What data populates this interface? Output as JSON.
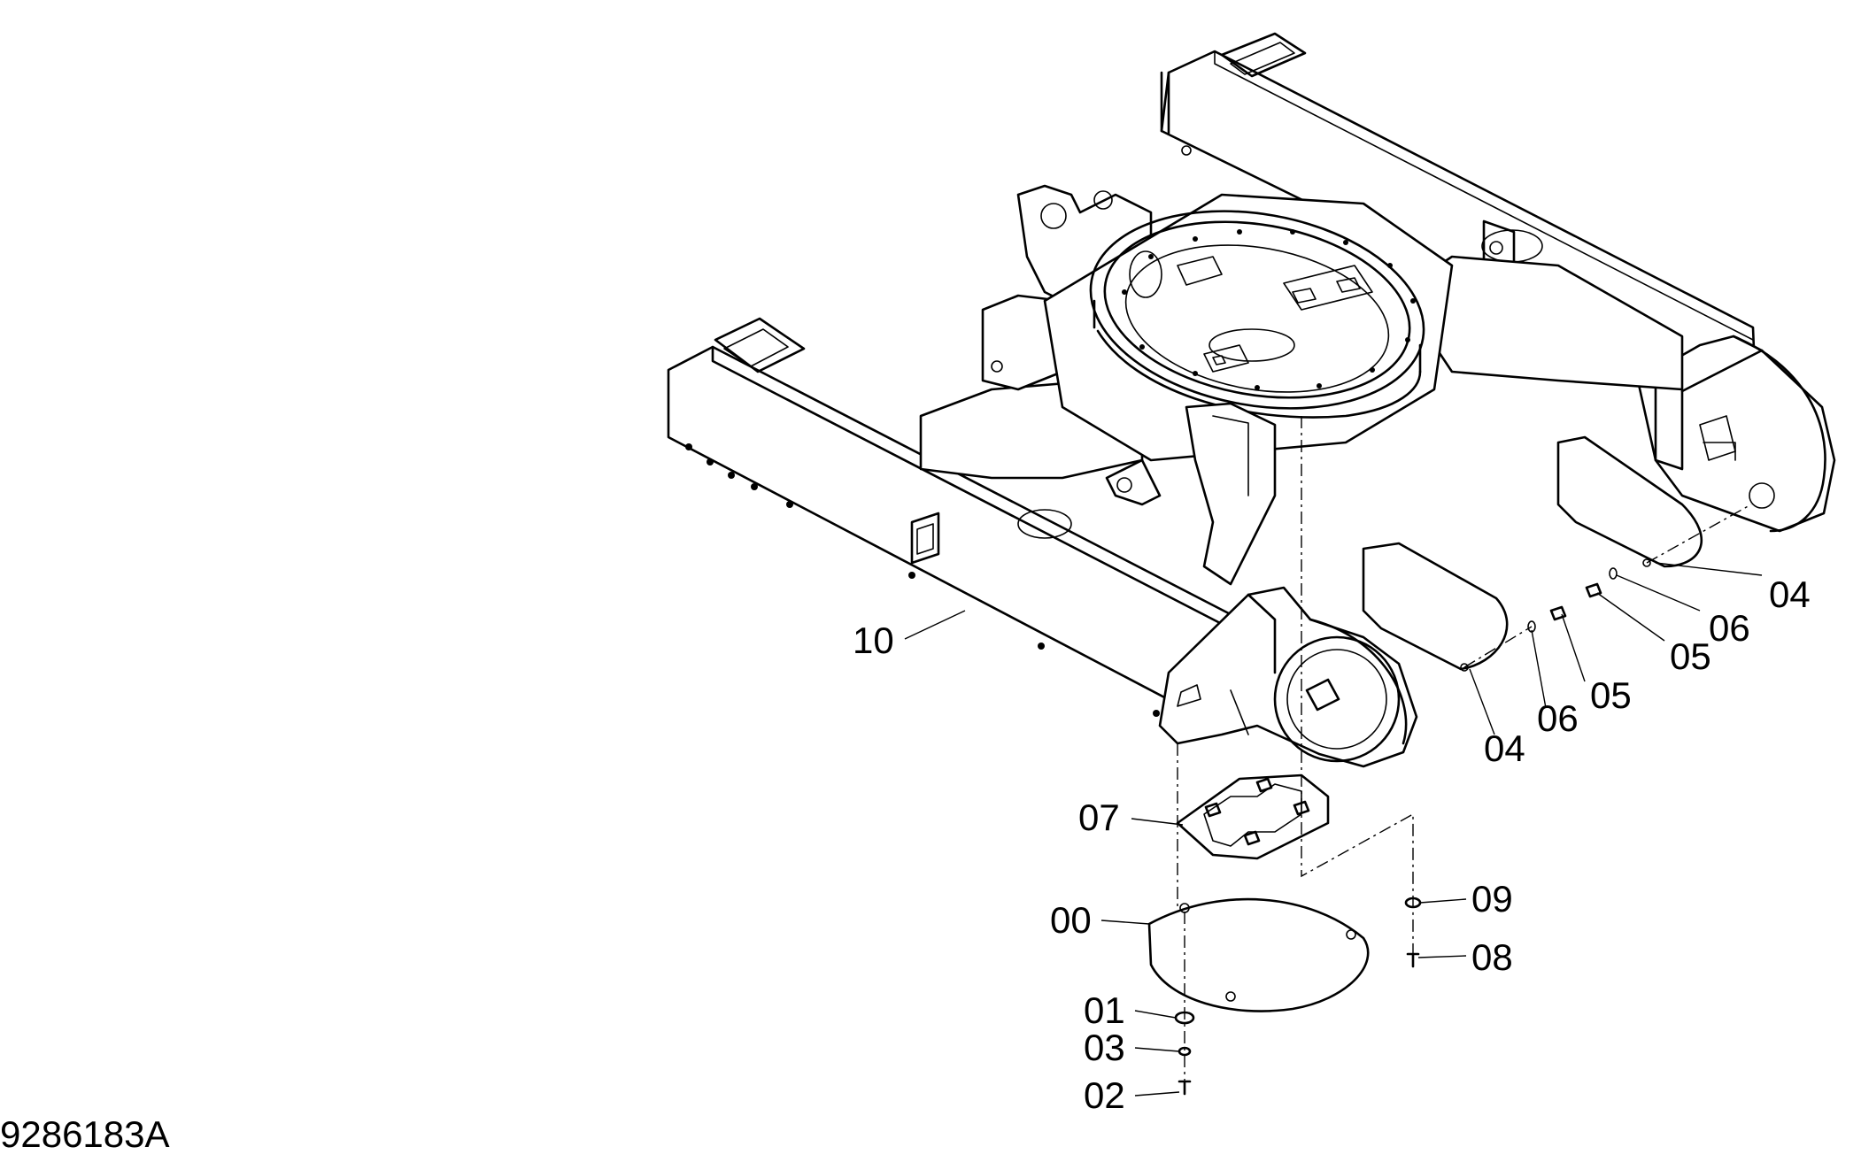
{
  "drawing_id": "9286183A",
  "callouts": {
    "c10": "10",
    "c04a": "04",
    "c06a": "06",
    "c05a": "05",
    "c05b": "05",
    "c06b": "06",
    "c04b": "04",
    "c07": "07",
    "c00": "00",
    "c09": "09",
    "c08": "08",
    "c01": "01",
    "c03": "03",
    "c02": "02"
  }
}
